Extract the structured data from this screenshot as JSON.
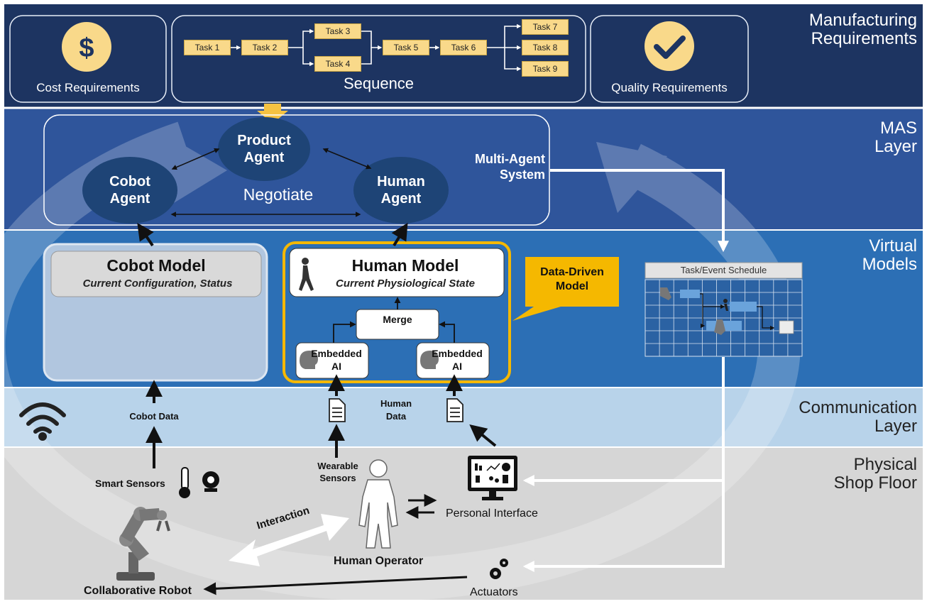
{
  "layers": {
    "manufacturing": "Manufacturing\nRequirements",
    "mas": "MAS\nLayer",
    "virtual": "Virtual\nModels",
    "communication": "Communication\nLayer",
    "physical": "Physical\nShop Floor"
  },
  "requirements": {
    "cost_label": "Cost Requirements",
    "cost_icon": "dollar-icon",
    "quality_label": "Quality Requirements",
    "quality_icon": "checkmark-icon",
    "sequence_label": "Sequence",
    "tasks": [
      "Task 1",
      "Task 2",
      "Task 3",
      "Task 4",
      "Task 5",
      "Task 6",
      "Task 7",
      "Task 8",
      "Task 9"
    ]
  },
  "mas": {
    "product_agent": "Product\nAgent",
    "cobot_agent": "Cobot\nAgent",
    "human_agent": "Human\nAgent",
    "negotiate": "Negotiate",
    "system": "Multi-Agent\nSystem"
  },
  "virtual": {
    "cobot_model_title": "Cobot Model",
    "cobot_model_sub": "Current Configuration, Status",
    "human_model_title": "Human Model",
    "human_model_sub": "Current Physiological State",
    "merge": "Merge",
    "embedded_ai_left": "Embedded\nAI",
    "embedded_ai_right": "Embedded\nAI",
    "data_driven": "Data-Driven\nModel",
    "schedule_title": "Task/Event Schedule"
  },
  "communication": {
    "cobot_data": "Cobot Data",
    "human_data": "Human\nData",
    "wifi_icon": "wifi-icon",
    "document_icon": "document-icon"
  },
  "physical": {
    "smart_sensors": "Smart Sensors",
    "wearable_sensors": "Wearable\nSensors",
    "personal_interface": "Personal Interface",
    "interaction": "Interaction",
    "human_operator": "Human Operator",
    "collaborative_robot": "Collaborative Robot",
    "actuators": "Actuators"
  },
  "colors": {
    "manufacturing_bg": "#1d3461",
    "mas_bg": "#2f559b",
    "virtual_bg": "#2c6fb5",
    "communication_bg": "#b8d3ea",
    "physical_bg": "#d6d6d6",
    "agent_fill": "#1e4476",
    "task_fill": "#f9d98a",
    "accent_gold": "#f5b800"
  }
}
